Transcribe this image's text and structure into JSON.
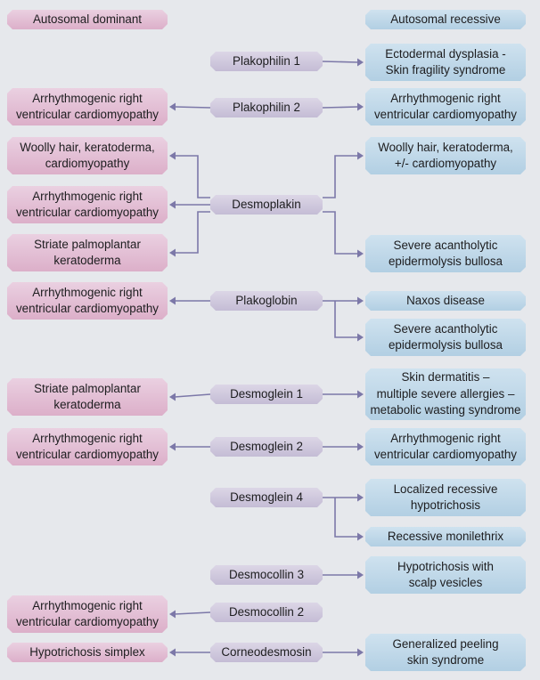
{
  "headers": {
    "dominant": "Autosomal dominant",
    "recessive": "Autosomal recessive"
  },
  "colors": {
    "dominant_box": "#dfb8cf",
    "recessive_box": "#bad5e8",
    "gene_box": "#cfc8dd",
    "connector": "#7c78a8",
    "background": "#e6e8ec"
  },
  "rows": [
    {
      "gene": "Plakophilin 1",
      "dominant": [],
      "recessive": [
        "Ectodermal dysplasia -\nSkin fragility syndrome"
      ]
    },
    {
      "gene": "Plakophilin 2",
      "dominant": [
        "Arrhythmogenic right\nventricular cardiomyopathy"
      ],
      "recessive": [
        "Arrhythmogenic right\nventricular cardiomyopathy"
      ]
    },
    {
      "gene": "Desmoplakin",
      "dominant": [
        "Woolly hair, keratoderma,\ncardiomyopathy",
        "Arrhythmogenic right\nventricular cardiomyopathy",
        "Striate palmoplantar\nkeratoderma"
      ],
      "recessive": [
        "Woolly hair, keratoderma,\n+/- cardiomyopathy",
        "Severe acantholytic\nepidermolysis bullosa"
      ]
    },
    {
      "gene": "Plakoglobin",
      "dominant": [
        "Arrhythmogenic right\nventricular cardiomyopathy"
      ],
      "recessive": [
        "Naxos disease",
        "Severe acantholytic\nepidermolysis bullosa"
      ]
    },
    {
      "gene": "Desmoglein 1",
      "dominant": [
        "Striate palmoplantar\nkeratoderma"
      ],
      "recessive": [
        "Skin dermatitis –\nmultiple severe allergies –\nmetabolic wasting syndrome"
      ]
    },
    {
      "gene": "Desmoglein 2",
      "dominant": [
        "Arrhythmogenic right\nventricular cardiomyopathy"
      ],
      "recessive": [
        "Arrhythmogenic right\nventricular cardiomyopathy"
      ]
    },
    {
      "gene": "Desmoglein 4",
      "dominant": [],
      "recessive": [
        "Localized recessive\nhypotrichosis",
        "Recessive monilethrix"
      ]
    },
    {
      "gene": "Desmocollin 3",
      "dominant": [],
      "recessive": [
        "Hypotrichosis with\nscalp vesicles"
      ]
    },
    {
      "gene": "Desmocollin 2",
      "dominant": [
        "Arrhythmogenic right\nventricular cardiomyopathy"
      ],
      "recessive": []
    },
    {
      "gene": "Corneodesmosin",
      "dominant": [
        "Hypotrichosis simplex"
      ],
      "recessive": [
        "Generalized peeling\nskin syndrome"
      ]
    }
  ]
}
